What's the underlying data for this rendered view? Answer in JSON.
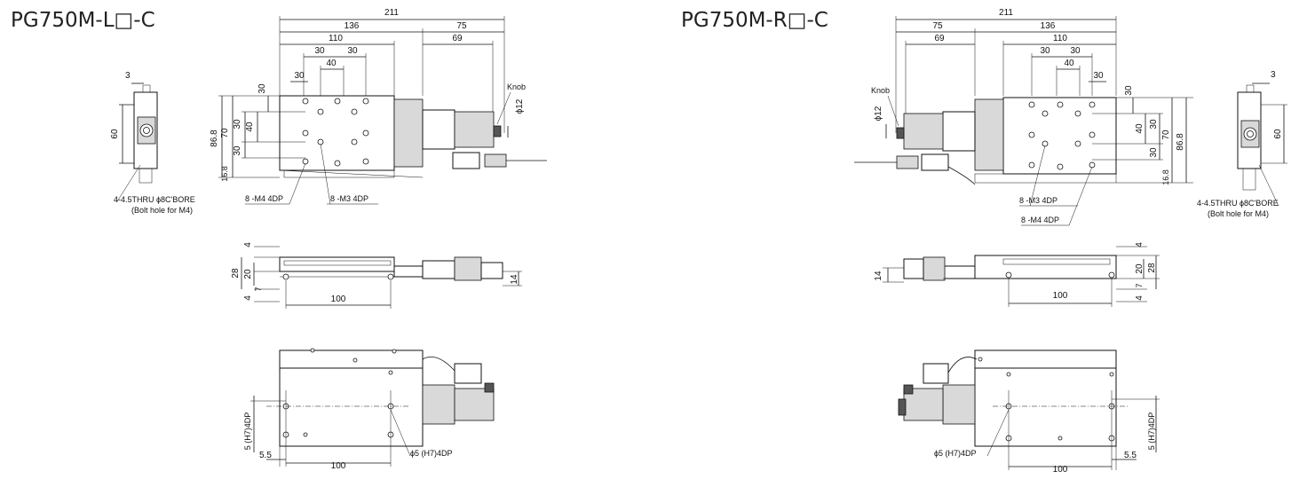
{
  "models": {
    "left": {
      "title": "PG750M-L□-C"
    },
    "right": {
      "title": "PG750M-R□-C"
    }
  },
  "dims": {
    "d211": "211",
    "d136": "136",
    "d110": "110",
    "d75": "75",
    "d69": "69",
    "d30": "30",
    "d40": "40",
    "d70": "70",
    "d86_8": "86.8",
    "d16_8": "16.8",
    "d60": "60",
    "d3": "3",
    "d12": "ϕ12",
    "d28": "28",
    "d20": "20",
    "d14": "14",
    "d4": "4",
    "d7": "7",
    "d100": "100",
    "d5_5": "5.5",
    "d5h7": "5 (H7)4DP"
  },
  "labels": {
    "knob": "Knob",
    "m4": "8 -M4 4DP",
    "m3": "8 -M3 4DP",
    "bolt1": "4-4.5THRU ϕ8C'BORE",
    "bolt2": "(Bolt hole for M4)",
    "pin": "ϕ5 (H7)4DP"
  }
}
